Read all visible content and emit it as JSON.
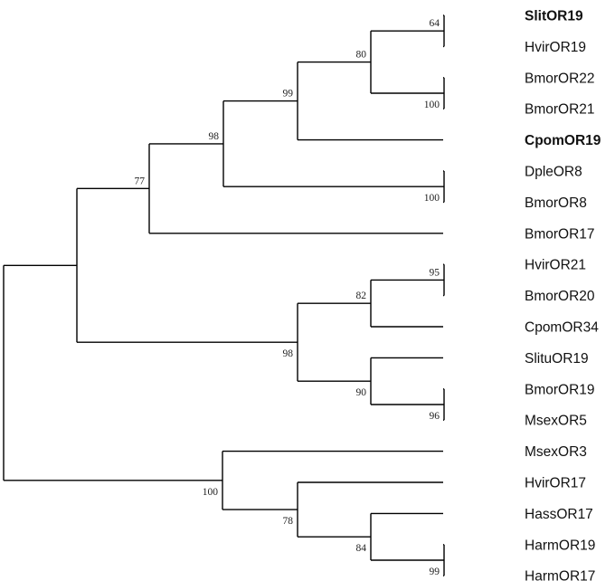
{
  "tree": {
    "leaves": [
      {
        "id": "L1",
        "label": "SlitOR19",
        "bold": true
      },
      {
        "id": "L2",
        "label": "HvirOR19",
        "bold": false
      },
      {
        "id": "L3",
        "label": "BmorOR22",
        "bold": false
      },
      {
        "id": "L4",
        "label": "BmorOR21",
        "bold": false
      },
      {
        "id": "L5",
        "label": "CpomOR19",
        "bold": true
      },
      {
        "id": "L6",
        "label": "DpleOR8",
        "bold": false
      },
      {
        "id": "L7",
        "label": "BmorOR8",
        "bold": false
      },
      {
        "id": "L8",
        "label": "BmorOR17",
        "bold": false
      },
      {
        "id": "L9",
        "label": "HvirOR21",
        "bold": false
      },
      {
        "id": "L10",
        "label": "BmorOR20",
        "bold": false
      },
      {
        "id": "L11",
        "label": "CpomOR34",
        "bold": false
      },
      {
        "id": "L12",
        "label": "SlituOR19",
        "bold": false
      },
      {
        "id": "L13",
        "label": "BmorOR19",
        "bold": false
      },
      {
        "id": "L14",
        "label": "MsexOR5",
        "bold": false
      },
      {
        "id": "L15",
        "label": "MsexOR3",
        "bold": false
      },
      {
        "id": "L16",
        "label": "HvirOR17",
        "bold": false
      },
      {
        "id": "L17",
        "label": "HassOR17",
        "bold": false
      },
      {
        "id": "L18",
        "label": "HarmOR19",
        "bold": false
      },
      {
        "id": "L19",
        "label": "HarmOR17",
        "bold": false
      }
    ],
    "nodes": [
      {
        "id": "N1",
        "children": [
          "L1",
          "L2"
        ],
        "support": "64"
      },
      {
        "id": "N2",
        "children": [
          "L3",
          "L4"
        ],
        "support": "100"
      },
      {
        "id": "N3",
        "children": [
          "N1",
          "N2"
        ],
        "support": "80"
      },
      {
        "id": "N4",
        "children": [
          "N3",
          "L5"
        ],
        "support": "99"
      },
      {
        "id": "N5",
        "children": [
          "L6",
          "L7"
        ],
        "support": "100"
      },
      {
        "id": "N6",
        "children": [
          "N4",
          "N5"
        ],
        "support": "98"
      },
      {
        "id": "N7",
        "children": [
          "N6",
          "L8"
        ],
        "support": "77"
      },
      {
        "id": "N8",
        "children": [
          "L9",
          "L10"
        ],
        "support": "95"
      },
      {
        "id": "N9",
        "children": [
          "N8",
          "L11"
        ],
        "support": "82"
      },
      {
        "id": "N10",
        "children": [
          "L13",
          "L14"
        ],
        "support": "96"
      },
      {
        "id": "N11",
        "children": [
          "L12",
          "N10"
        ],
        "support": "90"
      },
      {
        "id": "N12",
        "children": [
          "N9",
          "N11"
        ],
        "support": "98"
      },
      {
        "id": "N13",
        "children": [
          "N7",
          "N12"
        ],
        "support": ""
      },
      {
        "id": "N14",
        "children": [
          "L18",
          "L19"
        ],
        "support": "99"
      },
      {
        "id": "N15",
        "children": [
          "L17",
          "N14"
        ],
        "support": "84"
      },
      {
        "id": "N16",
        "children": [
          "L16",
          "N15"
        ],
        "support": "78"
      },
      {
        "id": "N17",
        "children": [
          "L15",
          "N16"
        ],
        "support": "100"
      },
      {
        "id": "ROOT",
        "children": [
          "N13",
          "N17"
        ],
        "support": ""
      }
    ]
  }
}
